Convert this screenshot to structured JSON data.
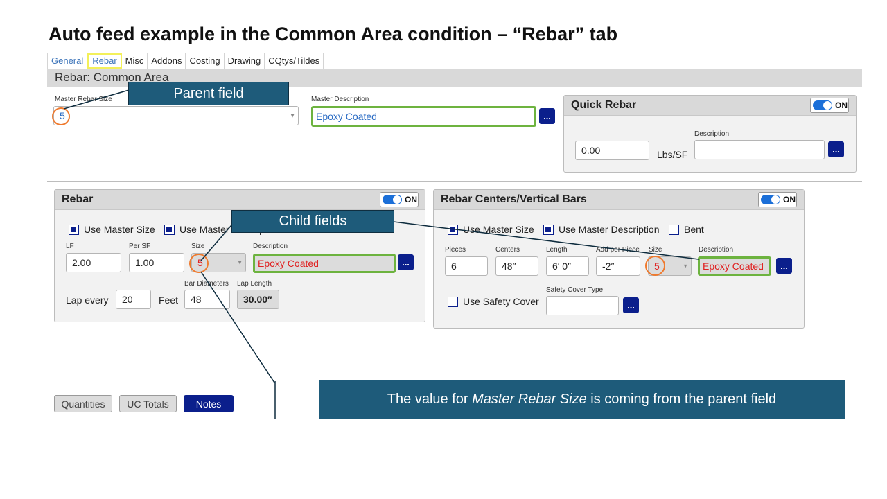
{
  "slide": {
    "title": "Auto feed example in the Common Area condition – “Rebar” tab"
  },
  "tabs": [
    "General",
    "Rebar",
    "Misc",
    "Addons",
    "Costing",
    "Drawing",
    "CQtys/Tildes"
  ],
  "active_tab": "Rebar",
  "section": {
    "title": "Rebar: Common Area"
  },
  "master": {
    "size_label": "Master Rebar Size",
    "size_value": "5",
    "desc_label": "Master Description",
    "desc_value": "Epoxy Coated",
    "dots": "..."
  },
  "quick_rebar": {
    "title": "Quick Rebar",
    "toggle": "ON",
    "value": "0.00",
    "unit": "Lbs/SF",
    "desc_label": "Description",
    "desc_value": "",
    "dots": "..."
  },
  "rebar": {
    "title": "Rebar",
    "toggle": "ON",
    "use_master_size": "Use Master Size",
    "use_master_desc": "Use Master Description",
    "lf_label": "LF",
    "lf_value": "2.00",
    "persf_label": "Per SF",
    "persf_value": "1.00",
    "size_label": "Size",
    "size_value": "5",
    "desc_label": "Description",
    "desc_value": "Epoxy Coated",
    "dots": "...",
    "lap_every": "Lap every",
    "lap_value": "20",
    "feet": "Feet",
    "bar_diam_label": "Bar Diameters",
    "bar_diam_value": "48",
    "lap_length_label": "Lap Length",
    "lap_length_value": "30.00″"
  },
  "centers": {
    "title": "Rebar Centers/Vertical Bars",
    "toggle": "ON",
    "use_master_size": "Use Master Size",
    "use_master_desc": "Use Master Description",
    "bent": "Bent",
    "pieces_label": "Pieces",
    "pieces_value": "6",
    "centers_label": "Centers",
    "centers_value": "48″",
    "length_label": "Length",
    "length_value": "6′ 0″",
    "add_label": "Add per Piece",
    "add_value": "-2″",
    "size_label": "Size",
    "size_value": "5",
    "desc_label": "Description",
    "desc_value": "Epoxy Coated",
    "dots": "...",
    "safety_label": "Use Safety Cover",
    "safety_type_label": "Safety Cover Type",
    "safety_type_value": "",
    "safety_dots": "..."
  },
  "callouts": {
    "parent": "Parent field",
    "child": "Child fields",
    "bottom_pre": "The value for ",
    "bottom_em": "Master Rebar Size",
    "bottom_post": " is coming from the parent field"
  },
  "bottom_buttons": [
    "Quantities",
    "UC Totals",
    "Notes"
  ],
  "colors": {
    "navy": "#0b1f8c",
    "callout": "#1e5b7a",
    "green_highlight": "#6db33f",
    "orange_highlight": "#ef7a2e",
    "toggle_blue": "#1b6fd8",
    "red_text": "#e02020",
    "blue_text": "#2b6cc4"
  }
}
